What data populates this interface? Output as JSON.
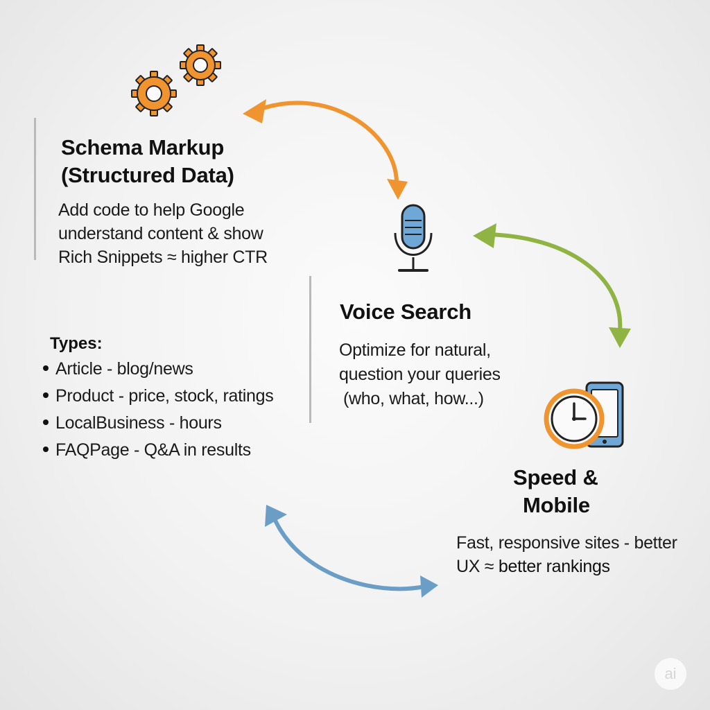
{
  "schema": {
    "title_line1": "Schema Markup",
    "title_line2": "(Structured Data)",
    "desc_line1": "Add code to help Google",
    "desc_line2": "understand content & show",
    "desc_line3": "Rich Snippets ≈ higher CTR",
    "icon": "gears-icon",
    "color": "#F0942F"
  },
  "types": {
    "title": "Types:",
    "items": [
      "Article - blog/news",
      "Product - price, stock, ratings",
      "LocalBusiness - hours",
      "FAQPage - Q&A in results"
    ]
  },
  "voice": {
    "title": "Voice Search",
    "desc_line1": "Optimize for natural,",
    "desc_line2": "question your queries",
    "desc_line3": "(who, what, how...)",
    "icon": "microphone-icon",
    "color": "#6FA8D6"
  },
  "speed": {
    "title_line1": "Speed &",
    "title_line2": "Mobile",
    "desc_line1": "Fast, responsive sites - better",
    "desc_line2_a": "UX",
    "desc_line2_b": "≈",
    "desc_line2_c": "better rankings",
    "icon": "clock-phone-icon"
  },
  "arrows": {
    "orange": "#F0942F",
    "green": "#8FB444",
    "blue": "#6B9EC6"
  },
  "watermark": "ai"
}
